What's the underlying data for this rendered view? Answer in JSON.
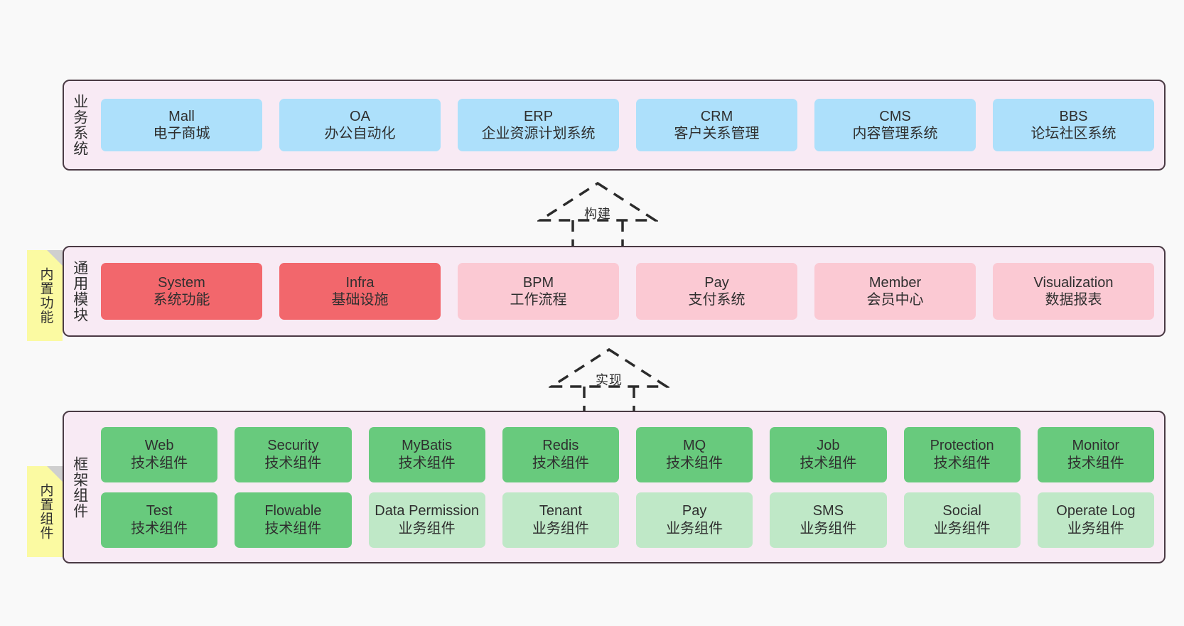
{
  "diagram": {
    "background": "#f9f9f9",
    "layer_fill": "#f8eaf4",
    "layer_border": "#4a3a44",
    "note_fill": "#fbfaa2",
    "colors": {
      "blue": "#ade0fb",
      "red_strong": "#f2676c",
      "red_light": "#fbc9d3",
      "green_strong": "#68ca7d",
      "green_light": "#bfe8c7"
    }
  },
  "notes": {
    "builtin_function": "内置功能",
    "builtin_component": "内置组件"
  },
  "arrows": {
    "build": "构建",
    "realize": "实现"
  },
  "business": {
    "title": "业务系统",
    "items": [
      {
        "en": "Mall",
        "cn": "电子商城"
      },
      {
        "en": "OA",
        "cn": "办公自动化"
      },
      {
        "en": "ERP",
        "cn": "企业资源计划系统"
      },
      {
        "en": "CRM",
        "cn": "客户关系管理"
      },
      {
        "en": "CMS",
        "cn": "内容管理系统"
      },
      {
        "en": "BBS",
        "cn": "论坛社区系统"
      }
    ]
  },
  "common": {
    "title": "通用模块",
    "items": [
      {
        "en": "System",
        "cn": "系统功能",
        "color": "red_strong"
      },
      {
        "en": "Infra",
        "cn": "基础设施",
        "color": "red_strong"
      },
      {
        "en": "BPM",
        "cn": "工作流程",
        "color": "red_light"
      },
      {
        "en": "Pay",
        "cn": "支付系统",
        "color": "red_light"
      },
      {
        "en": "Member",
        "cn": "会员中心",
        "color": "red_light"
      },
      {
        "en": "Visualization",
        "cn": "数据报表",
        "color": "red_light"
      }
    ]
  },
  "framework": {
    "title": "框架组件",
    "row1": [
      {
        "en": "Web",
        "cn": "技术组件",
        "color": "green_strong"
      },
      {
        "en": "Security",
        "cn": "技术组件",
        "color": "green_strong"
      },
      {
        "en": "MyBatis",
        "cn": "技术组件",
        "color": "green_strong"
      },
      {
        "en": "Redis",
        "cn": "技术组件",
        "color": "green_strong"
      },
      {
        "en": "MQ",
        "cn": "技术组件",
        "color": "green_strong"
      },
      {
        "en": "Job",
        "cn": "技术组件",
        "color": "green_strong"
      },
      {
        "en": "Protection",
        "cn": "技术组件",
        "color": "green_strong"
      },
      {
        "en": "Monitor",
        "cn": "技术组件",
        "color": "green_strong"
      }
    ],
    "row2": [
      {
        "en": "Test",
        "cn": "技术组件",
        "color": "green_strong"
      },
      {
        "en": "Flowable",
        "cn": "技术组件",
        "color": "green_strong"
      },
      {
        "en": "Data Permission",
        "cn": "业务组件",
        "color": "green_light"
      },
      {
        "en": "Tenant",
        "cn": "业务组件",
        "color": "green_light"
      },
      {
        "en": "Pay",
        "cn": "业务组件",
        "color": "green_light"
      },
      {
        "en": "SMS",
        "cn": "业务组件",
        "color": "green_light"
      },
      {
        "en": "Social",
        "cn": "业务组件",
        "color": "green_light"
      },
      {
        "en": "Operate Log",
        "cn": "业务组件",
        "color": "green_light"
      }
    ]
  }
}
